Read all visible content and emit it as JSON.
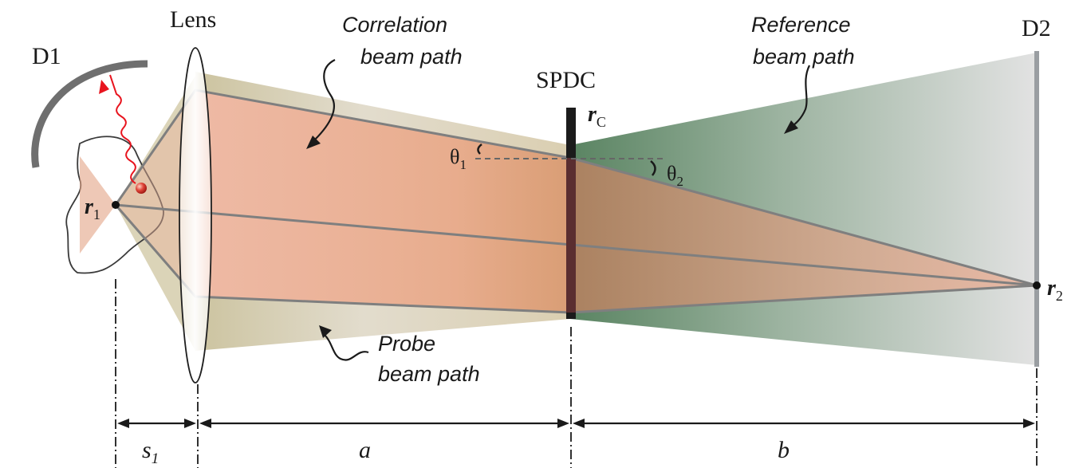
{
  "labels": {
    "d1": "D1",
    "lens": "Lens",
    "d2": "D2",
    "spdc": "SPDC",
    "correlation_line1": "Correlation",
    "correlation_line2": "beam path",
    "reference_line1": "Reference",
    "reference_line2": "beam path",
    "probe_line1": "Probe",
    "probe_line2": "beam path",
    "theta1": "θ",
    "theta1_sub": "1",
    "theta2": "θ",
    "theta2_sub": "2",
    "r1": "r",
    "r1_sub": "1",
    "rc": "r",
    "rc_sub": "C",
    "r2": "r",
    "r2_sub": "2",
    "dim_s1": "s",
    "dim_s1_sub": "1",
    "dim_a": "a",
    "dim_b": "b"
  },
  "colors": {
    "correlation_beam": "#e9a98c",
    "reference_beam": "#5f8a66",
    "probe_beam": "#d8cfa8",
    "outline": "#808080",
    "photon": "#e8141e",
    "crystal": "#5a2e30",
    "detector": "#7b7b7b",
    "text": "#1a1a1a"
  },
  "icons": {
    "photon": "wavy-arrow-icon",
    "particle": "sphere-icon"
  }
}
